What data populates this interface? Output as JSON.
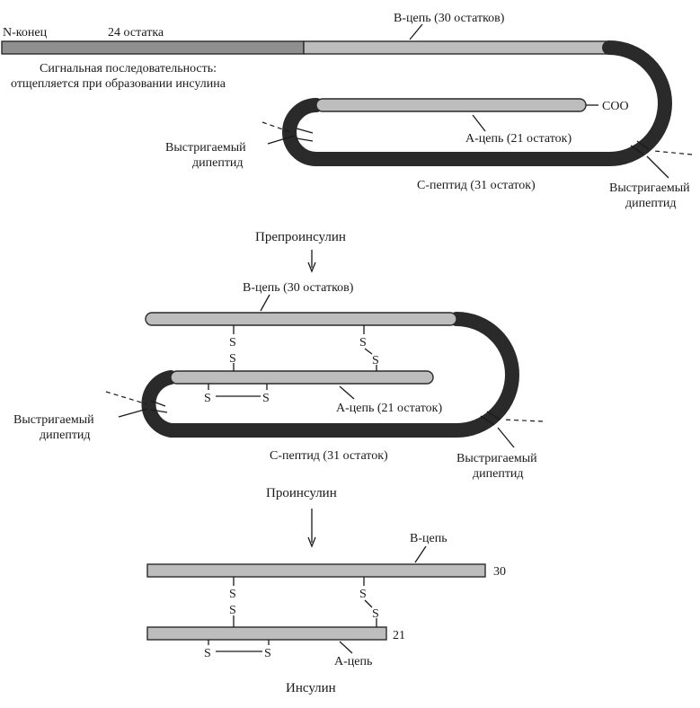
{
  "preproinsulin": {
    "n_term": "N-конец",
    "signal_residues": "24 остатка",
    "signal_desc_line1": "Сигнальная последовательность:",
    "signal_desc_line2": "отщепляется при образовании инсулина",
    "b_chain": "В-цепь (30 остатков)",
    "coo": "COO",
    "a_chain": "А-цепь (21 остаток)",
    "c_peptide": "С-пептид (31 остаток)",
    "dipeptide_left_1": "Выстригаемый",
    "dipeptide_left_2": "дипептид",
    "dipeptide_right_1": "Выстригаемый",
    "dipeptide_right_2": "дипептид",
    "title": "Препроинсулин"
  },
  "proinsulin": {
    "b_chain": "В-цепь (30 остатков)",
    "a_chain": "А-цепь (21 остаток)",
    "c_peptide": "С-пептид (31 остаток)",
    "dipeptide_left_1": "Выстригаемый",
    "dipeptide_left_2": "дипептид",
    "dipeptide_right_1": "Выстригаемый",
    "dipeptide_right_2": "дипептид",
    "title": "Проинсулин"
  },
  "insulin": {
    "b_chain": "В-цепь",
    "b_count": "30",
    "a_count": "21",
    "a_chain": "А-цепь",
    "title": "Инсулин"
  },
  "disulfide_symbol": "S"
}
